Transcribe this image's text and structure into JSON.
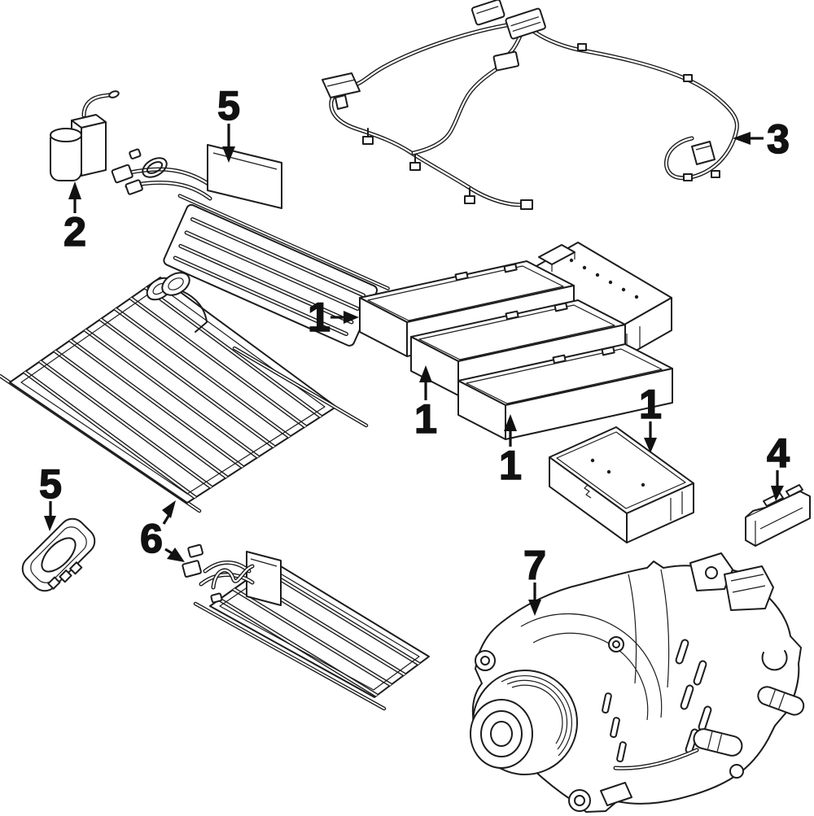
{
  "figure": {
    "type": "exploded-parts-diagram",
    "background_color": "#ffffff",
    "line_color": "#1c1c1c",
    "callout_color": "#111111"
  },
  "callouts": {
    "c1a": {
      "label": "1"
    },
    "c1b": {
      "label": "1"
    },
    "c1c": {
      "label": "1"
    },
    "c1d": {
      "label": "1"
    },
    "c2": {
      "label": "2"
    },
    "c3": {
      "label": "3"
    },
    "c4": {
      "label": "4"
    },
    "c5a": {
      "label": "5"
    },
    "c5b": {
      "label": "5"
    },
    "c6": {
      "label": "6"
    },
    "c7": {
      "label": "7"
    }
  }
}
